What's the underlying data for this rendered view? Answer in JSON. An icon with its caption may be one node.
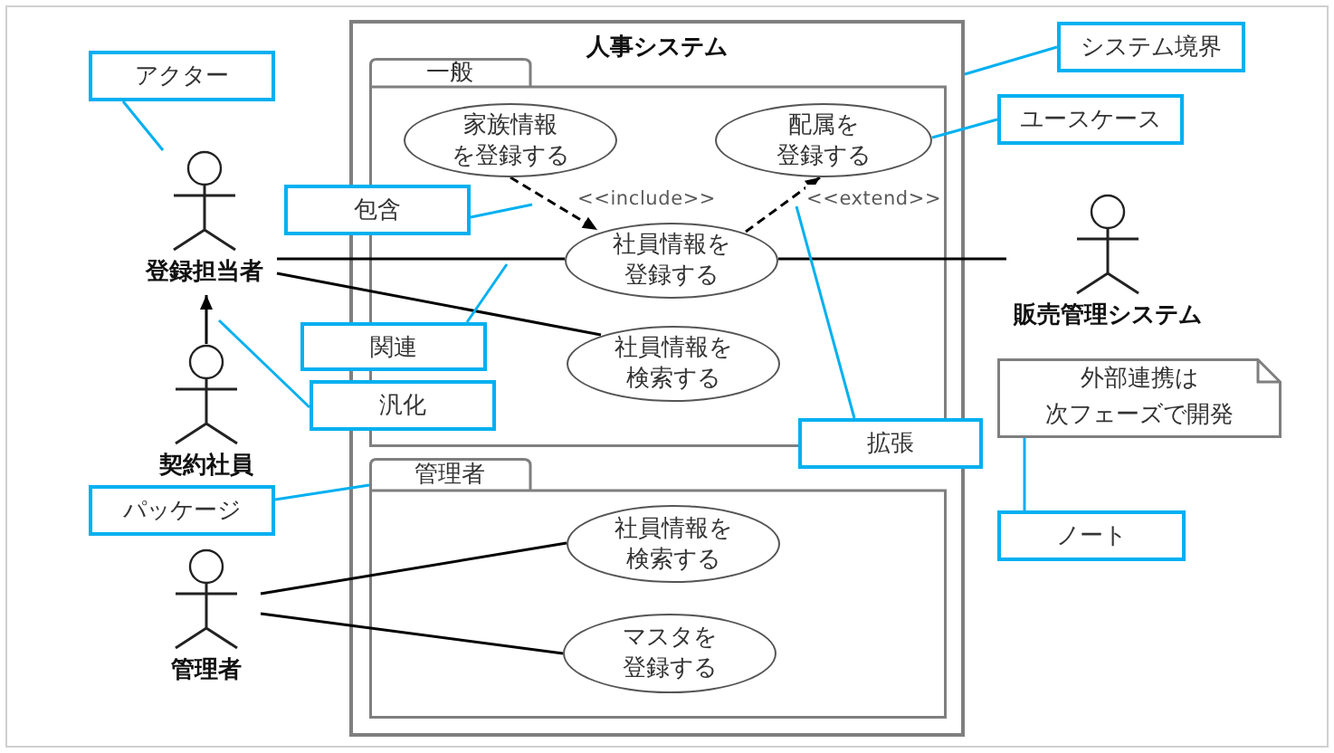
{
  "diagram": {
    "nodes": [
      {
        "text": [
          "人事システム"
        ]
      },
      {
        "text": [
          "一般"
        ],
        "in": 0
      },
      {
        "text": [
          "家族情報を登録する"
        ],
        "in": 1
      },
      {
        "text": [
          "配属を登録する"
        ],
        "in": 1
      },
      {
        "text": [
          "社員情報を登録する"
        ],
        "in": 1
      },
      {
        "text": [
          "社員情報を検索する"
        ],
        "in": 1
      },
      {
        "text": [
          "管理者"
        ],
        "in": 0
      },
      {
        "text": [
          "社員情報を検索する"
        ],
        "in": 6
      },
      {
        "text": [
          "マスタを登録する"
        ],
        "in": 6
      },
      {
        "text": [
          "登録担当者"
        ]
      },
      {
        "text": [
          "契約社員"
        ]
      },
      {
        "text": [
          "管理者"
        ]
      },
      {
        "text": [
          "販売管理システム"
        ]
      },
      {
        "text": [
          "外部連携は次フェーズで開発"
        ]
      },
      {
        "text": [
          "アクター"
        ]
      },
      {
        "text": [
          "システム境界"
        ]
      },
      {
        "text": [
          "ユースケース"
        ]
      },
      {
        "text": [
          "包含"
        ]
      },
      {
        "text": [
          "関連"
        ]
      },
      {
        "text": [
          "汎化"
        ]
      },
      {
        "text": [
          "拡張"
        ]
      },
      {
        "text": [
          "パッケージ"
        ]
      },
      {
        "text": [
          "ノート"
        ]
      }
    ],
    "edges": [
      {
        "from": 2,
        "to": 4,
        "arrow": "to",
        "style": "dashed",
        "label": "<<include>>",
        "color": "#000000"
      },
      {
        "from": 4,
        "to": 3,
        "arrow": "to",
        "style": "dashed",
        "label": "<<extend>>",
        "color": "#000000"
      },
      {
        "from": 9,
        "to": 4,
        "arrow": "none",
        "color": "#000000"
      },
      {
        "from": 4,
        "to": 12,
        "arrow": "none",
        "color": "#000000"
      },
      {
        "from": 9,
        "to": 5,
        "arrow": "none",
        "color": "#000000"
      },
      {
        "from": 10,
        "to": 9,
        "arrow": "to",
        "color": "#000000"
      },
      {
        "from": 11,
        "to": 7,
        "arrow": "none",
        "color": "#000000"
      },
      {
        "from": 11,
        "to": 8,
        "arrow": "none",
        "color": "#000000"
      },
      {
        "from": 14,
        "to": 9,
        "arrow": "none"
      },
      {
        "from": 15,
        "to": 0,
        "arrow": "none"
      },
      {
        "from": 16,
        "to": 3,
        "arrow": "none"
      },
      {
        "from": 17,
        "to": null,
        "arrow": "none"
      },
      {
        "from": 18,
        "to": null,
        "arrow": "none"
      },
      {
        "from": 19,
        "to": null,
        "arrow": "none"
      },
      {
        "from": 20,
        "to": null,
        "arrow": "none"
      },
      {
        "from": 21,
        "to": 6,
        "arrow": "none"
      },
      {
        "from": 22,
        "to": 13,
        "arrow": "none"
      }
    ]
  }
}
